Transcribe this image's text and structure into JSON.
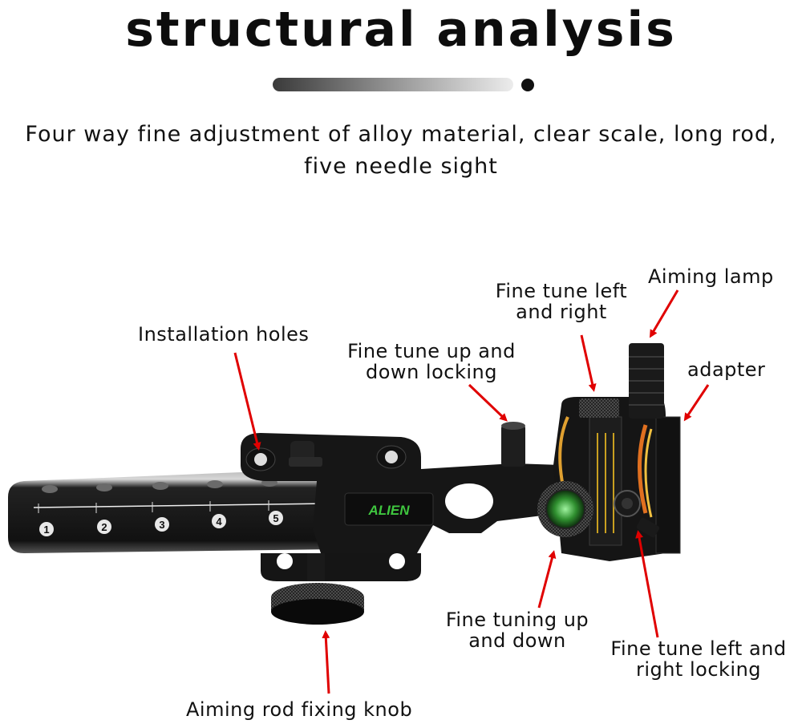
{
  "title": "structural analysis",
  "subtitle": "Four way fine adjustment of alloy material, clear scale, long rod, five needle sight",
  "scale_numbers": [
    "1",
    "2",
    "3",
    "4",
    "5"
  ],
  "labels": {
    "installation_holes": "Installation holes",
    "fine_tune_up_down_locking": "Fine tune up and down locking",
    "fine_tune_left_right": "Fine tune left and right",
    "aiming_lamp": "Aiming lamp",
    "adapter": "adapter",
    "fine_tuning_up_down": "Fine tuning up and down",
    "fine_tune_left_right_locking": "Fine tune left and right locking",
    "aiming_rod_fixing_knob": "Aiming rod fixing knob"
  },
  "colors": {
    "arrow": "#e00000",
    "metal": "#1a1a1a",
    "edge": "#9a9a9a",
    "accent_green": "#3fc63f"
  }
}
